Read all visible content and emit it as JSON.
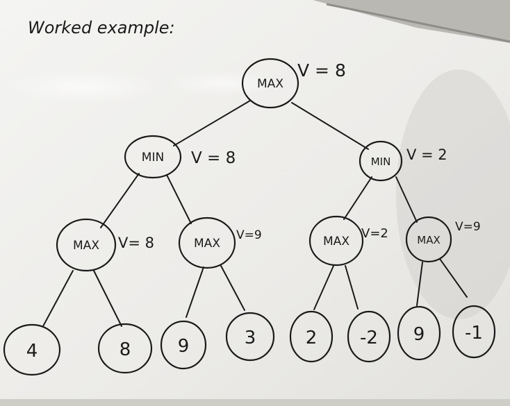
{
  "title": "Worked example:",
  "ink_color": "#1a1a1a",
  "board_color": "#efefed",
  "tree": {
    "root": {
      "label": "MAX",
      "value_label": "V = 8"
    },
    "min_left": {
      "label": "MIN",
      "value_label": "V = 8"
    },
    "min_right": {
      "label": "MIN",
      "value_label": "V = 2"
    },
    "max_ll": {
      "label": "MAX",
      "value_label": "V= 8"
    },
    "max_lr": {
      "label": "MAX",
      "value_label": "V=9"
    },
    "max_rl": {
      "label": "MAX",
      "value_label": "V=2"
    },
    "max_rr": {
      "label": "MAX",
      "value_label": "V=9"
    },
    "leaves": [
      "4",
      "8",
      "9",
      "3",
      "2",
      "-2",
      "9",
      "-1"
    ]
  }
}
